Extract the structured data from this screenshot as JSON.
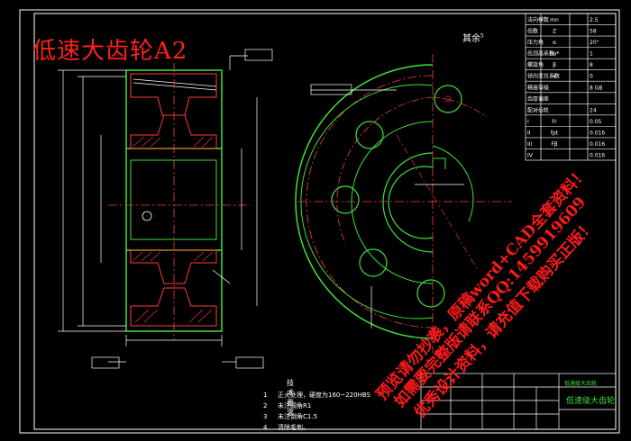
{
  "title": "低速大齿轮A2",
  "roughness_note": "其余",
  "roughness_sup": "5",
  "watermark_lines": [
    "预览请勿抄袭，原稿word+CAD全套资料！",
    "如需要完整版请联系QQ:1459919609",
    "优秀设计资料，请充值下载购买正版！"
  ],
  "tech_requirements": {
    "heading": "技 术 要 求",
    "items": [
      {
        "n": "1",
        "text": "正火处理，硬度为160~220HBS"
      },
      {
        "n": "2",
        "text": "未注圆角R1"
      },
      {
        "n": "3",
        "text": "未注倒角C1.5"
      },
      {
        "n": "4",
        "text": "清除毛刺。"
      }
    ]
  },
  "title_block": {
    "part_name": "低速级大齿轮",
    "small_label": "低速级大齿轮"
  },
  "param_table": {
    "rows": [
      {
        "label": "法向模数",
        "sym": "mn",
        "val": "2.5"
      },
      {
        "label": "齿数",
        "sym": "Z",
        "val": "58"
      },
      {
        "label": "压力角",
        "sym": "α",
        "val": "20°"
      },
      {
        "label": "齿顶高系数",
        "sym": "ha*",
        "val": "1"
      },
      {
        "label": "螺旋角",
        "sym": "β",
        "val": "8"
      },
      {
        "label": "径向变位系数",
        "sym": "x",
        "val": "0"
      },
      {
        "label": "精度等级",
        "sym": "",
        "val": "8 GB"
      },
      {
        "label": "齿厚偏差",
        "sym": "",
        "val": ""
      },
      {
        "label": "配对齿轮",
        "sym": "",
        "val": "24"
      },
      {
        "label": "I",
        "sym": "Fr",
        "val": "0.05"
      },
      {
        "label": "II",
        "sym": "fpt",
        "val": "0.016"
      },
      {
        "label": "III",
        "sym": "Fβ",
        "val": "0.016"
      },
      {
        "label": "IV",
        "sym": "",
        "val": "0.016"
      }
    ]
  }
}
